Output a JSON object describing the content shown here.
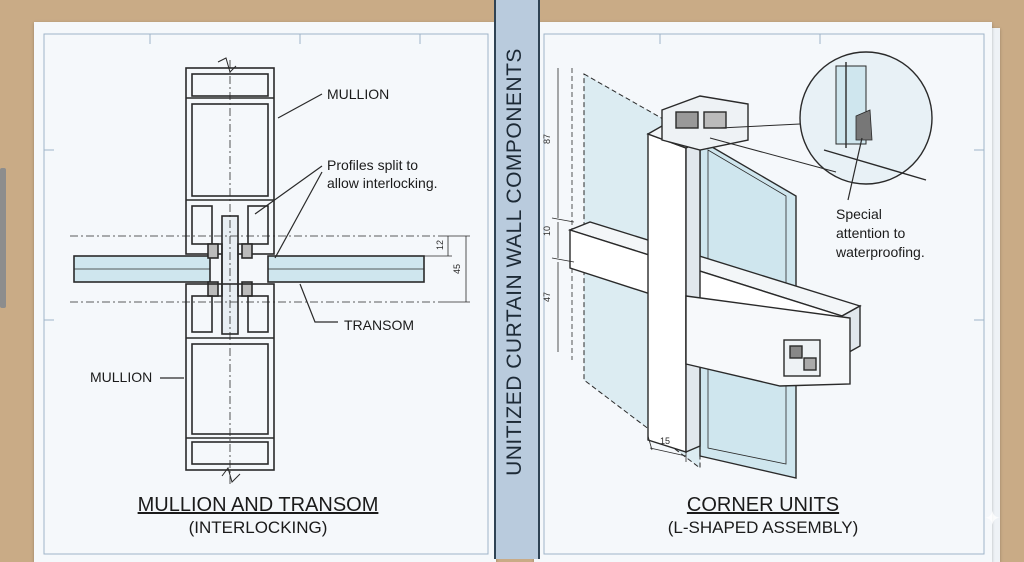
{
  "spine_title": "UNITIZED CURTAIN WALL COMPONENTS",
  "left_panel": {
    "title": "MULLION AND TRANSOM",
    "subtitle": "(INTERLOCKING)",
    "labels": {
      "mullion_top": "MULLION",
      "profiles_note_line1": "Profiles split to",
      "profiles_note_line2": "allow interlocking.",
      "transom": "TRANSOM",
      "mullion_bottom": "MULLION"
    },
    "dimensions": {
      "d12": "12",
      "d45": "45"
    }
  },
  "right_panel": {
    "title": "CORNER UNITS",
    "subtitle": "(L-SHAPED ASSEMBLY)",
    "labels": {
      "note_line1": "Special",
      "note_line2": "attention to",
      "note_line3": "waterproofing."
    },
    "dimensions": {
      "d87": "87",
      "d10": "10",
      "d47": "47",
      "d15": "15"
    }
  },
  "colors": {
    "line": "#2a2a2a",
    "glass": "#cfe6ee",
    "paper": "#f5f8fb",
    "background": "#c9ab86"
  }
}
